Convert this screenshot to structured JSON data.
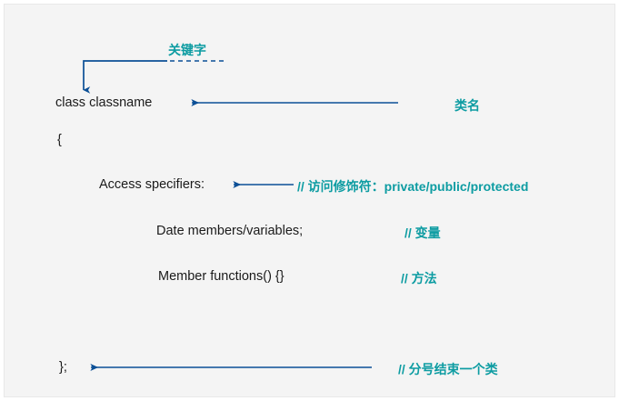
{
  "canvas": {
    "background_color": "#f4f4f4",
    "border_color": "#e8e8e8",
    "page_background": "#ffffff"
  },
  "colors": {
    "code_text": "#1a1a1a",
    "annotation_teal": "#0d9ca2",
    "arrow_blue": "#0b4f96"
  },
  "code": {
    "line_class": "class classname",
    "line_open_brace": "{",
    "line_access": "Access specifiers:",
    "line_members": "Date members/variables;",
    "line_functions": "Member functions() {}",
    "line_close_brace": "};"
  },
  "annotations": {
    "keyword": "关键字",
    "class_name": "类名",
    "access_specifier": "// 访问修饰符：private/public/protected",
    "variables": "// 变量",
    "methods": "// 方法",
    "end_of_class": "// 分号结束一个类"
  },
  "connectors": [
    {
      "name": "keyword-elbow-arrow",
      "style": "solid-elbow-with-dashed-tail",
      "from": "关键字",
      "to": "class classname"
    },
    {
      "name": "class-name-arrow",
      "style": "solid-horizontal",
      "from": "类名",
      "to": "class classname"
    },
    {
      "name": "access-specifier-arrow",
      "style": "solid-horizontal",
      "from": "// 访问修饰符",
      "to": "Access specifiers:"
    },
    {
      "name": "end-of-class-arrow",
      "style": "solid-horizontal",
      "from": "// 分号结束一个类",
      "to": "};"
    }
  ]
}
